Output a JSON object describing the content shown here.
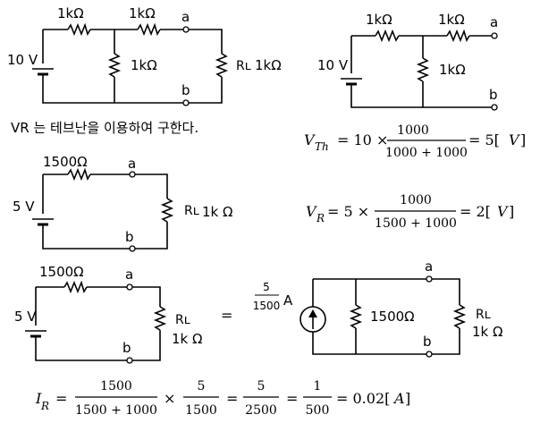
{
  "circuit1": {
    "r1": "1kΩ",
    "r2": "1kΩ",
    "r3": "1kΩ",
    "rl": "Rʟ",
    "rl_value": "1kΩ",
    "source": "10 V",
    "node_a": "a",
    "node_b": "b"
  },
  "circuit2": {
    "r1": "1kΩ",
    "r2": "1kΩ",
    "r3": "1kΩ",
    "source": "10 V",
    "node_a": "a",
    "node_b": "b"
  },
  "note": {
    "vr_label": "VR",
    "text": " 는 테브난을 이용하여 구한다."
  },
  "eq_vth": {
    "lhs": "V",
    "lhs_sub": "Th",
    "eq1": "= 10 ×",
    "num": "1000",
    "den": "1000 + 1000",
    "rhs": "= 5[",
    "unit": "V",
    "close": "]"
  },
  "circuit3": {
    "r": "1500Ω",
    "rl": "Rʟ",
    "rl_value": "1k Ω",
    "source": "5 V",
    "node_a": "a",
    "node_b": "b"
  },
  "eq_vr": {
    "lhs": "V",
    "lhs_sub": "R",
    "eq1": "= 5 ×",
    "num": "1000",
    "den": "1500 + 1000",
    "rhs": "= 2[",
    "unit": "V",
    "close": "]"
  },
  "circuit4": {
    "r": "1500Ω",
    "rl": "Rʟ",
    "rl_value": "1k Ω",
    "source": "5 V",
    "node_a": "a",
    "node_b": "b"
  },
  "equals_sign": "=",
  "circuit5": {
    "src_num": "5",
    "src_den": "1500",
    "src_unit": "A",
    "r": "1500Ω",
    "rl": "Rʟ",
    "rl_value": "1k Ω",
    "node_a": "a",
    "node_b": "b"
  },
  "eq_ir": {
    "lhs": "I",
    "lhs_sub": "R",
    "eq": "=",
    "f1_num": "1500",
    "f1_den": "1500 + 1000",
    "times": "×",
    "f2_num": "5",
    "f2_den": "1500",
    "eq2": "=",
    "f3_num": "5",
    "f3_den": "2500",
    "eq3": "=",
    "f4_num": "1",
    "f4_den": "500",
    "rhs": "= 0.02[",
    "unit": "A",
    "close": "]"
  }
}
